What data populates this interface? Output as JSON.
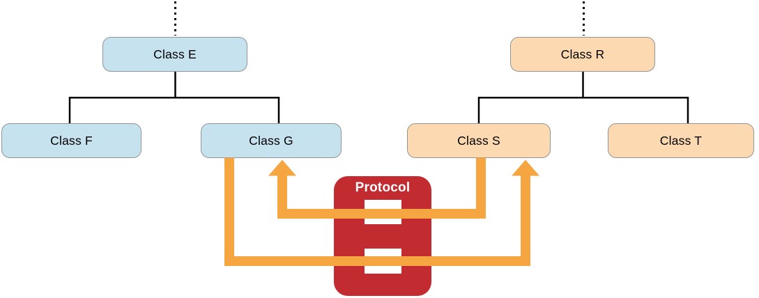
{
  "diagram": {
    "nodes": {
      "e": {
        "label": "Class E"
      },
      "f": {
        "label": "Class F"
      },
      "g": {
        "label": "Class G"
      },
      "r": {
        "label": "Class R"
      },
      "s": {
        "label": "Class S"
      },
      "t": {
        "label": "Class T"
      }
    },
    "protocol": {
      "label": "Protocol"
    },
    "hierarchies": [
      {
        "parent": "Class E",
        "children": [
          "Class F",
          "Class G"
        ],
        "continues_upward_dotted": true
      },
      {
        "parent": "Class R",
        "children": [
          "Class S",
          "Class T"
        ],
        "continues_upward_dotted": true
      }
    ],
    "connections": [
      {
        "from": "Class S",
        "to": "Class G",
        "via": "Protocol",
        "slot": "top"
      },
      {
        "from": "Class G",
        "to": "Class S",
        "via": "Protocol",
        "slot": "bottom"
      }
    ]
  },
  "colors": {
    "blue-fill": "#c6e2ee",
    "peach-fill": "#fcd9b0",
    "node-border": "#909496",
    "protocol-red": "#c22b30",
    "arrow-orange": "#f5a640",
    "slot-white": "#ffffff",
    "line-black": "#000000"
  }
}
